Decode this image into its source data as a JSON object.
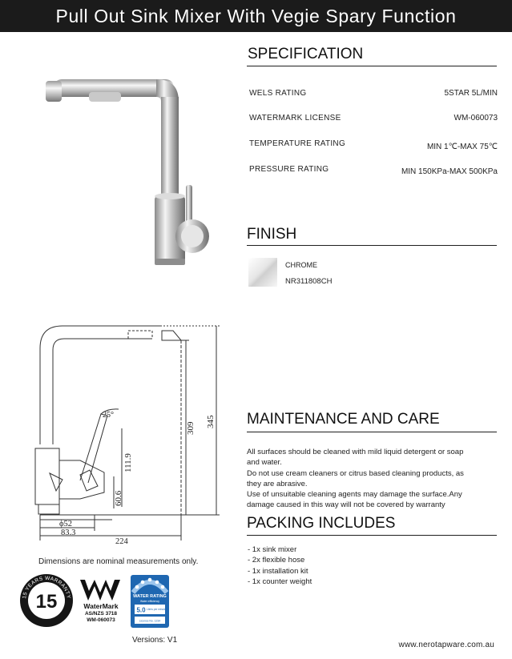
{
  "title": "Pull Out Sink Mixer With Vegie Spary Function",
  "specification": {
    "heading": "SPECIFICATION",
    "rows": [
      {
        "label": "WELS RATING",
        "value": "5STAR 5L/MIN"
      },
      {
        "label": "WATERMARK LICENSE",
        "value": "WM-060073"
      },
      {
        "label": "TEMPERATURE RATING",
        "value": "MIN 1℃-MAX 75℃"
      },
      {
        "label": "PRESSURE RATING",
        "value": "MIN 150KPa-MAX 500KPa"
      }
    ]
  },
  "finish": {
    "heading": "FINISH",
    "name": "CHROME",
    "code": "NR311808CH"
  },
  "drawing": {
    "angle": "25°",
    "dim_111_9": "111.9",
    "dim_60_6": "60.6",
    "dim_309": "309",
    "dim_345": "345",
    "dim_phi52": "ϕ52",
    "dim_83_3": "83.3",
    "dim_224": "224"
  },
  "dimensions_note": "Dimensions are nominal measurements only.",
  "maintenance": {
    "heading": "MAINTENANCE AND CARE",
    "lines": [
      "All surfaces should be cleaned with mild liquid detergent or soap",
      "and water.",
      "Do not use cream cleaners or citrus based cleaning products, as",
      "they are abrasive.",
      "Use of unsuitable cleaning agents may damage the surface.Any",
      "damage caused in this way will not be covered by warranty"
    ]
  },
  "packing": {
    "heading": "PACKING INCLUDES",
    "items": [
      "-  1x sink mixer",
      "-  2x flexible hose",
      "-  1x installation kit",
      "-  1x counter weight"
    ]
  },
  "badges": {
    "warranty_arc_top": "15 YEARS WARRANTY",
    "warranty_number": "15",
    "watermark_brand": "WaterMark",
    "watermark_std": "AS/NZS 3718",
    "watermark_code": "WM-060073",
    "wels_header": "WATER RATING",
    "wels_sub": "Water efficiency",
    "wels_value": "5.0",
    "wels_lmin": "Litres per minute",
    "wels_reg": "Licence No. 1234"
  },
  "version": "Versions: V1",
  "website": "www.nerotapware.com.au",
  "colors": {
    "title_bg": "#1b1b1b",
    "wels_blue": "#1f67b1",
    "chrome": "#d8d8d8"
  }
}
